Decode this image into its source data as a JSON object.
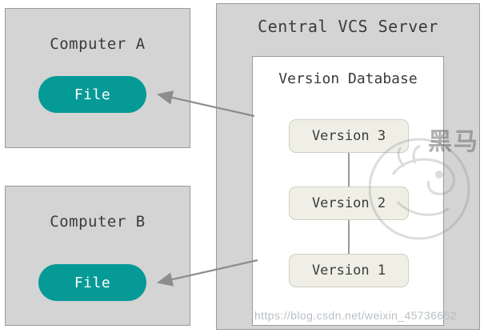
{
  "diagram": {
    "panels": [
      {
        "id": "computer-a",
        "title": "Computer A"
      },
      {
        "id": "computer-b",
        "title": "Computer B"
      },
      {
        "id": "central-vcs-server",
        "title": "Central VCS Server"
      }
    ],
    "files": [
      {
        "id": "file-a",
        "label": "File"
      },
      {
        "id": "file-b",
        "label": "File"
      }
    ],
    "version_database": {
      "title": "Version Database",
      "versions": [
        {
          "label": "Version 3"
        },
        {
          "label": "Version 2"
        },
        {
          "label": "Version 1"
        }
      ]
    },
    "arrows": [
      {
        "id": "arrow-to-file-a",
        "from": "version-database",
        "to": "file-a"
      },
      {
        "id": "arrow-to-file-b",
        "from": "version-database",
        "to": "file-b"
      }
    ],
    "colors": {
      "panel_fill": "#d4d4d4",
      "panel_border": "#9a9a9a",
      "file_pill": "#069a97",
      "version_box": "#efefe6",
      "version_box_border": "#cfcfc4",
      "text": "#3b3b3b",
      "arrow": "#8d8d8d",
      "page_background": "#ffffff"
    }
  },
  "watermark": {
    "url_text": "https://blog.csdn.net/weixin_45736652",
    "logo_text": "黑马"
  }
}
